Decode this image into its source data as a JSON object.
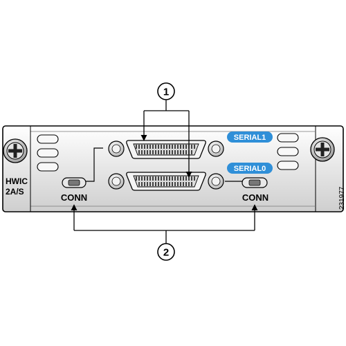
{
  "figure": {
    "module_label_line1": "HWIC",
    "module_label_line2": "2A/S",
    "port_top_label": "SERIAL1",
    "port_bottom_label": "SERIAL0",
    "conn_left_label": "CONN",
    "conn_right_label": "CONN",
    "callout_1": "1",
    "callout_2": "2",
    "figure_id": "231977",
    "label_bg_color": "#2f8fd8",
    "label_text_color": "#ffffff"
  }
}
